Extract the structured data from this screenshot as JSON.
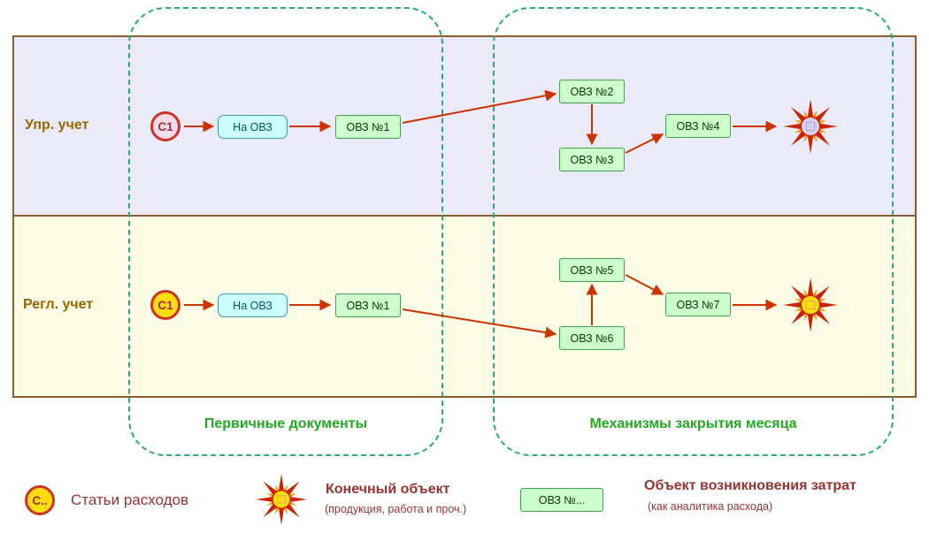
{
  "bands": {
    "upper": {
      "label": "Упр. учет"
    },
    "lower": {
      "label": "Регл. учет"
    }
  },
  "groups": {
    "primary_docs": {
      "label": "Первичные документы"
    },
    "month_closing": {
      "label": "Механизмы закрытия месяца"
    }
  },
  "flow_upper": {
    "c1": "С1",
    "na_ovz": "На ОВЗ",
    "ovz1": "ОВЗ №1",
    "ovz2": "ОВЗ №2",
    "ovz3": "ОВЗ №3",
    "ovz4": "ОВЗ №4"
  },
  "flow_lower": {
    "c1": "С1",
    "na_ovz": "На ОВЗ",
    "ovz1": "ОВЗ №1",
    "ovz5": "ОВЗ №5",
    "ovz6": "ОВЗ №6",
    "ovz7": "ОВЗ №7"
  },
  "legend": {
    "expense_item_symbol": "С..",
    "expense_item_label": "Статьи расходов",
    "final_object_title": "Конечный объект",
    "final_object_subtitle": "(продукция, работа и проч.)",
    "ovz_symbol": "ОВЗ №...",
    "ovz_title": "Объект возникновения затрат",
    "ovz_subtitle": "(как аналитика расхода)"
  },
  "colors": {
    "arrow": "#CC3300",
    "band_upper_fill": "#EAEAF8",
    "band_lower_fill": "#FBFBE6",
    "band_border": "#8A5C2E",
    "band_label": "#996600",
    "group_border": "#2EA97E",
    "group_label": "#22AA22",
    "ovz_fill": "#CCFFCC",
    "ovz_border": "#3FA04F",
    "na_ovz_fill": "#CCFFFF",
    "na_ovz_border": "#3D9DA8",
    "c1_border": "#CC3322",
    "sun_rays": "#CC2200",
    "sun_rays_inner": "#FF9900",
    "legend_text": "#993333"
  }
}
